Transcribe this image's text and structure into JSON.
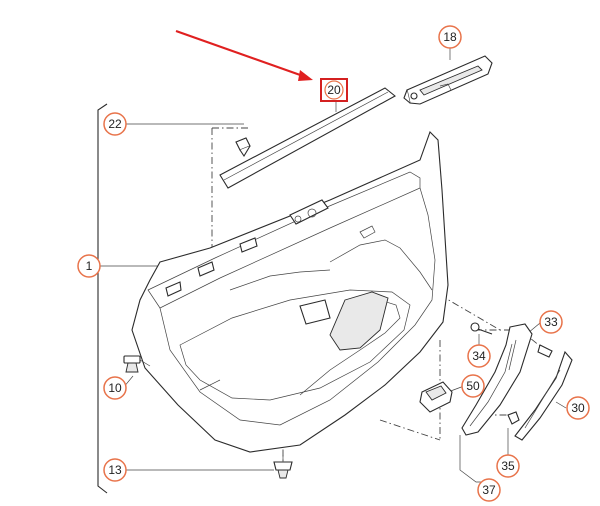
{
  "diagram": {
    "colors": {
      "callout_circle": "#e8734a",
      "highlight_box": "#d42020",
      "arrow": "#e02020",
      "line": "#2b2b2b"
    },
    "callouts": [
      {
        "id": "c18",
        "label": "18"
      },
      {
        "id": "c20",
        "label": "20",
        "highlighted": true
      },
      {
        "id": "c22",
        "label": "22"
      },
      {
        "id": "c1",
        "label": "1"
      },
      {
        "id": "c10",
        "label": "10"
      },
      {
        "id": "c13",
        "label": "13"
      },
      {
        "id": "c33",
        "label": "33"
      },
      {
        "id": "c34",
        "label": "34"
      },
      {
        "id": "c50",
        "label": "50"
      },
      {
        "id": "c30",
        "label": "30"
      },
      {
        "id": "c35",
        "label": "35"
      },
      {
        "id": "c37",
        "label": "37"
      }
    ]
  }
}
